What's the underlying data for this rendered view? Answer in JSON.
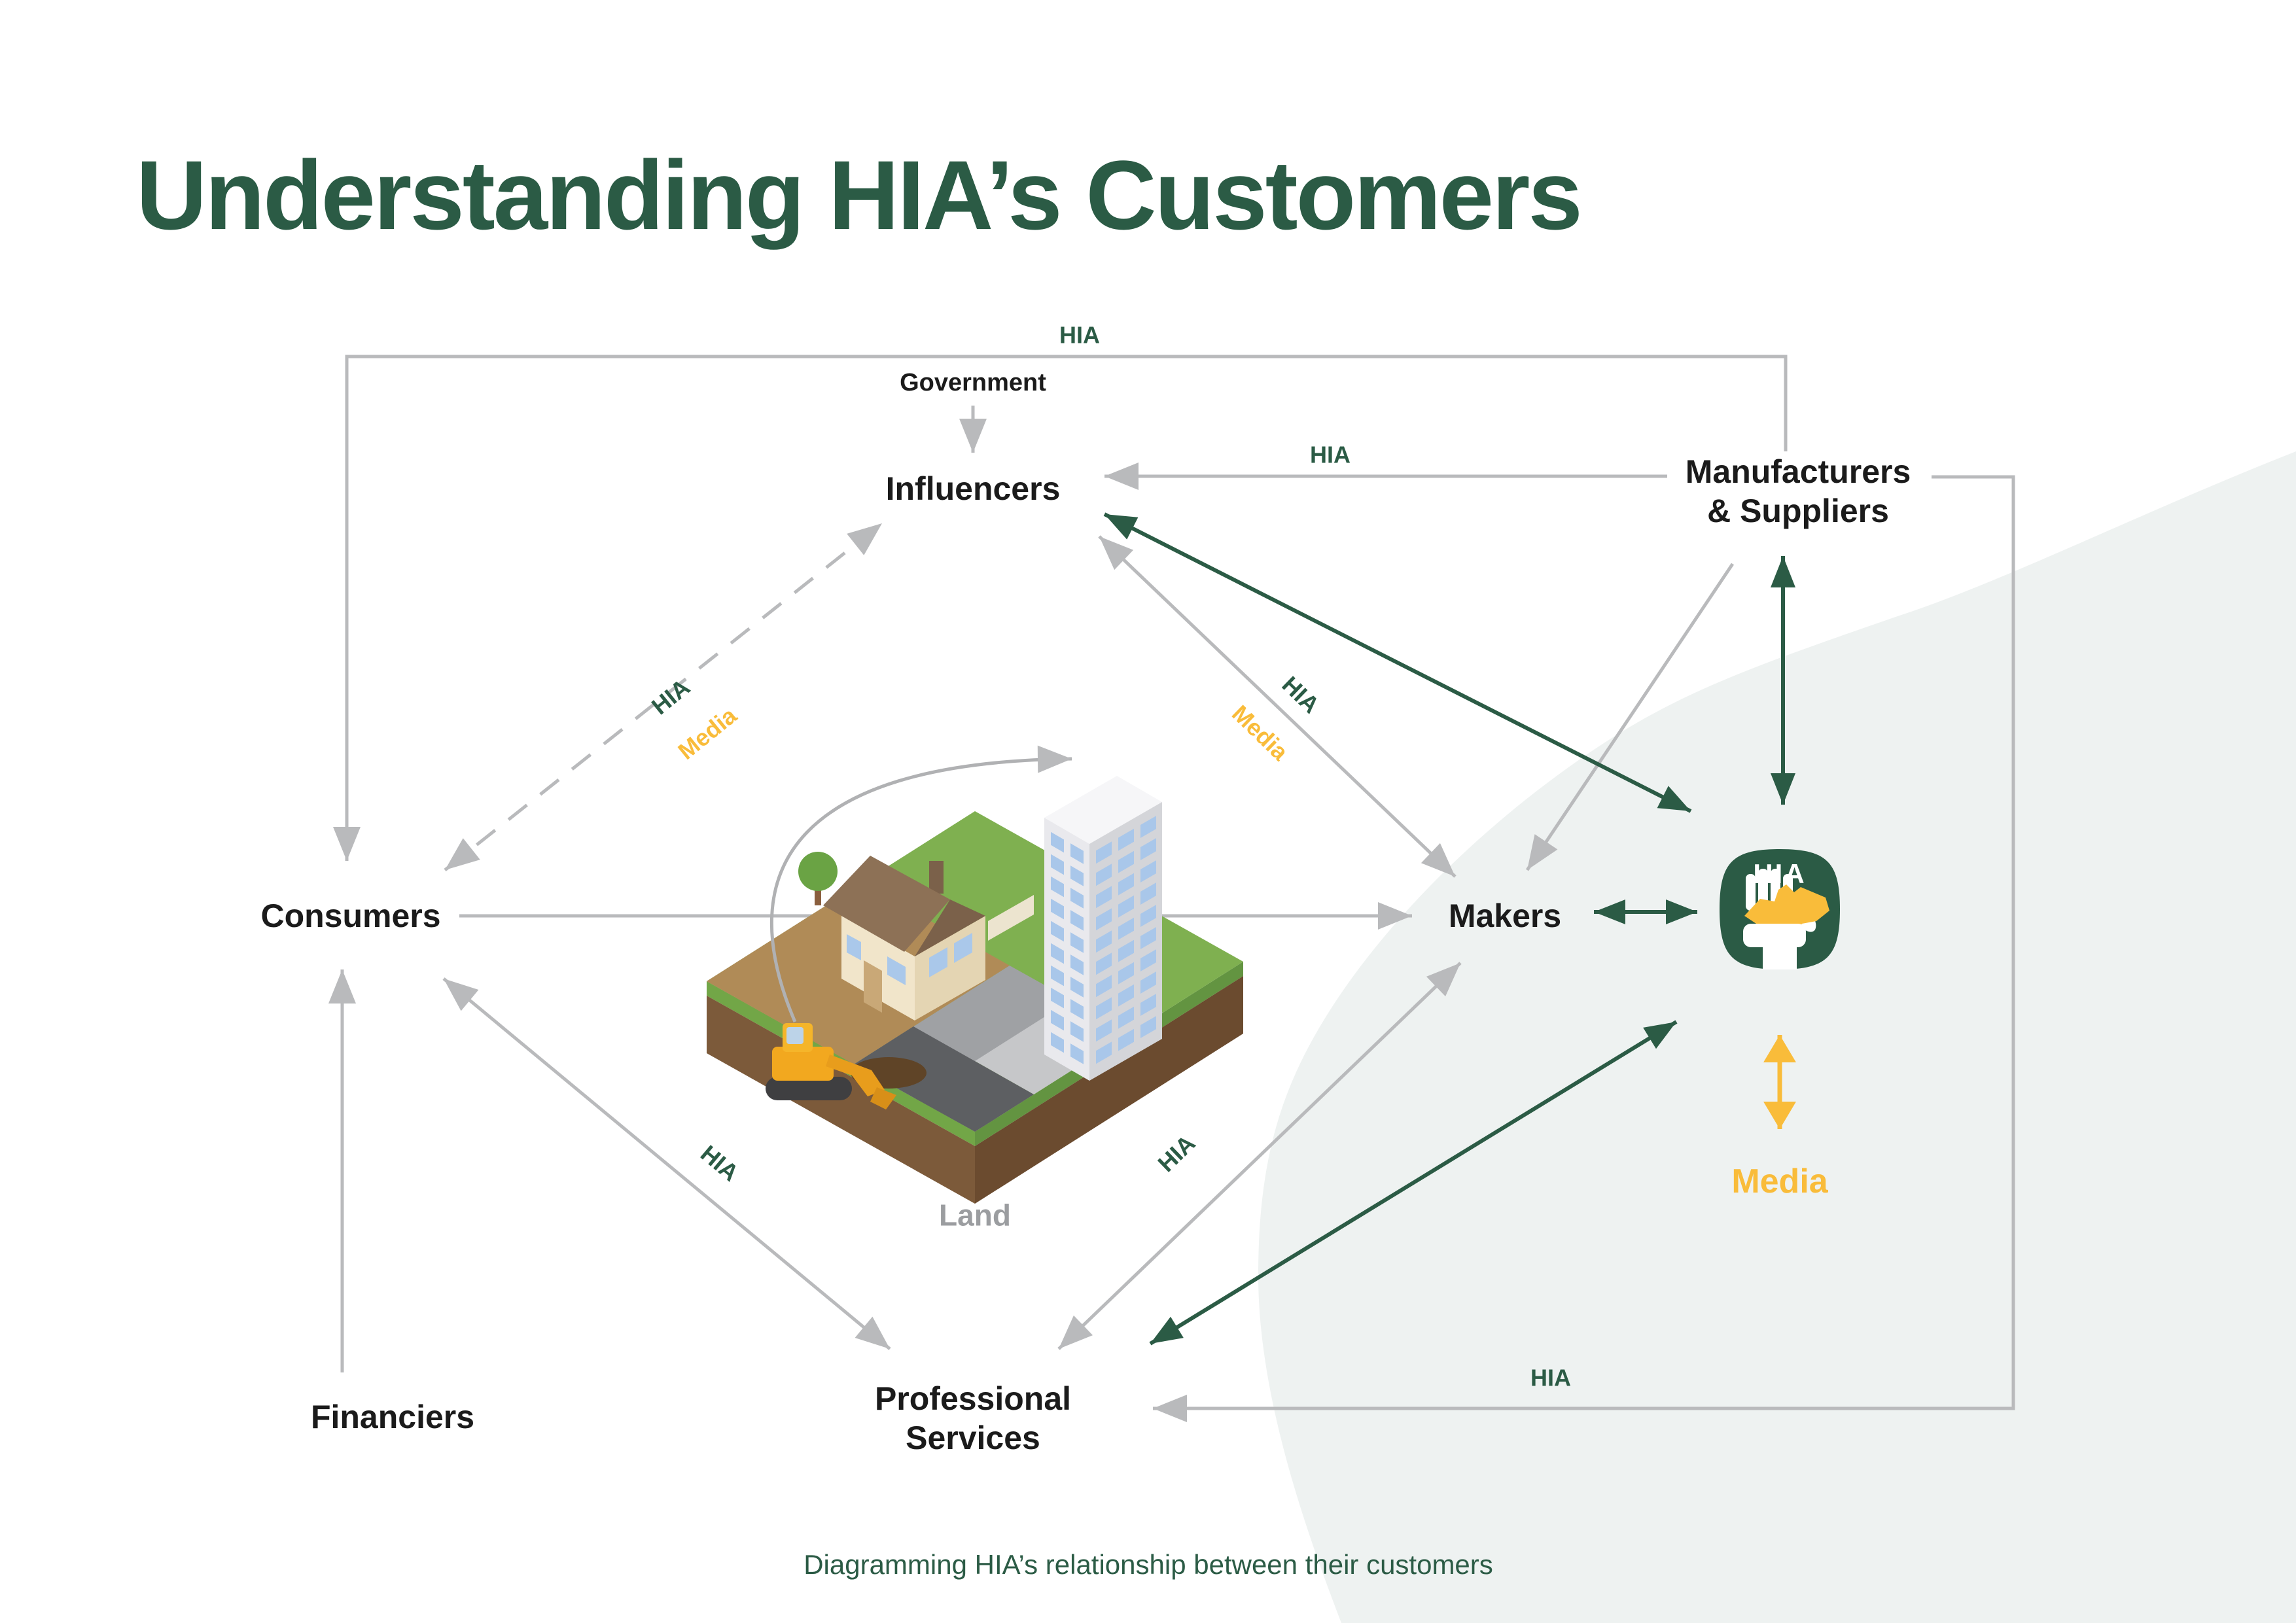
{
  "title": "Understanding HIA’s Customers",
  "caption": "Diagramming HIA’s relationship between their customers",
  "nodes": {
    "government": "Government",
    "influencers": "Influencers",
    "consumers": "Consumers",
    "makers": "Makers",
    "manufacturers_line1": "Manufacturers",
    "manufacturers_line2": "& Suppliers",
    "professional_line1": "Professional",
    "professional_line2": "Services",
    "financiers": "Financiers"
  },
  "labels": {
    "hia": "HIA",
    "media": "Media",
    "land": "Land"
  },
  "logo": {
    "text": "HIA"
  },
  "colors": {
    "brand_green": "#2b5b45",
    "accent_yellow": "#f9bc3a",
    "arrow_gray": "#b9babc",
    "background_blob": "#eef2f1",
    "node_text": "#1b1b1b",
    "land_label_gray": "#9b9da0"
  }
}
